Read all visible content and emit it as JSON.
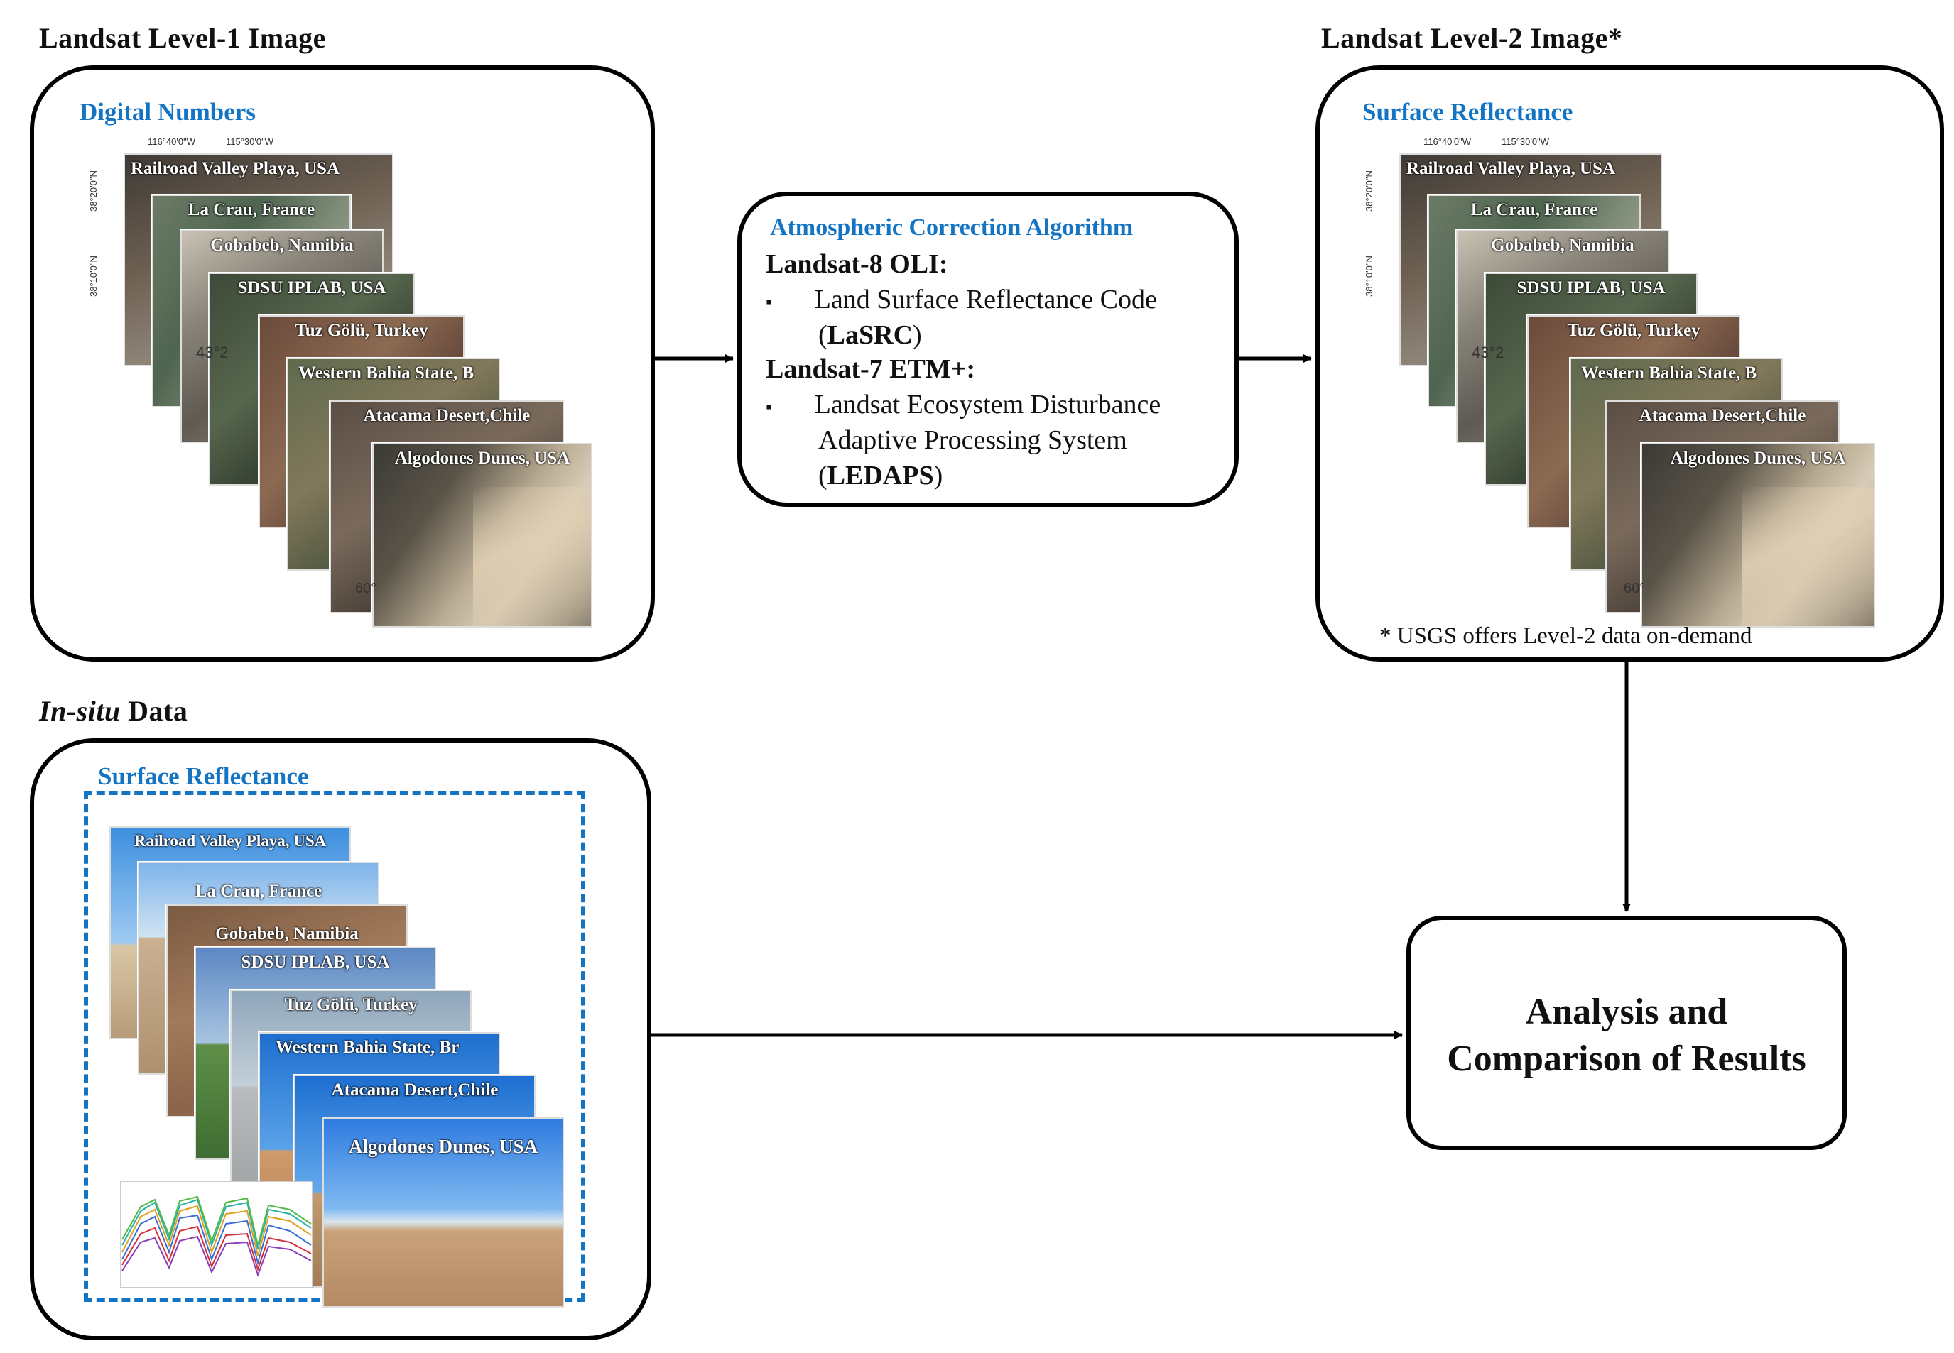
{
  "level1": {
    "title": "Landsat Level-1 Image",
    "subhead": "Digital Numbers",
    "coords_top": [
      "116°40'0\"W",
      "115°30'0\"W"
    ],
    "coords_left": [
      "38°20'0\"N",
      "38°10'0\"N"
    ],
    "coords_side": [
      "43°2",
      "43°2"
    ],
    "coords_bottom_left": "60°",
    "scenes": [
      "Railroad Valley Playa, USA",
      "La Crau, France",
      "Gobabeb, Namibia",
      "SDSU IPLAB, USA",
      "Tuz Gölü, Turkey",
      "Western Bahia State, B",
      "Atacama Desert,Chile",
      "Algodones Dunes, USA"
    ]
  },
  "algorithm": {
    "subhead": "Atmospheric Correction Algorithm",
    "l8_title": "Landsat-8 OLI:",
    "l8_bullet_line1": "Land Surface Reflectance Code",
    "l8_bullet_abbr_open": "(",
    "l8_bullet_abbr": "LaSRC",
    "l8_bullet_abbr_close": ")",
    "l7_title": "Landsat-7 ETM+:",
    "l7_bullet_line1": "Landsat Ecosystem Disturbance",
    "l7_bullet_line2": "Adaptive Processing System",
    "l7_bullet_abbr_open": "(",
    "l7_bullet_abbr": "LEDAPS",
    "l7_bullet_abbr_close": ")",
    "bullet": "▪"
  },
  "level2": {
    "title": "Landsat Level-2 Image*",
    "subhead": "Surface Reflectance",
    "footnote": "* USGS offers Level-2 data on-demand",
    "coords_top": [
      "116°40'0\"W",
      "115°30'0\"W"
    ],
    "coords_left": [
      "38°20'0\"N",
      "38°10'0\"N"
    ],
    "coords_side": [
      "43°2",
      "43°2"
    ],
    "coords_bottom_left": "60°",
    "scenes": [
      "Railroad Valley Playa, USA",
      "La Crau, France",
      "Gobabeb, Namibia",
      "SDSU IPLAB, USA",
      "Tuz Gölü, Turkey",
      "Western Bahia State, B",
      "Atacama Desert,Chile",
      "Algodones Dunes, USA"
    ]
  },
  "insitu": {
    "title_italic": "In-situ",
    "title_rest": " Data",
    "subhead": "Surface Reflectance",
    "scenes": [
      "Railroad Valley Playa, USA",
      "La Crau, France",
      "Gobabeb, Namibia",
      "SDSU IPLAB, USA",
      "Tuz Gölü, Turkey",
      "Western Bahia State, Br",
      "Atacama Desert,Chile",
      "Algodones Dunes, USA"
    ]
  },
  "analysis": {
    "line1": "Analysis and",
    "line2": "Comparison of Results"
  },
  "colors": {
    "accent_blue": "#1474c4",
    "border": "#000000"
  }
}
